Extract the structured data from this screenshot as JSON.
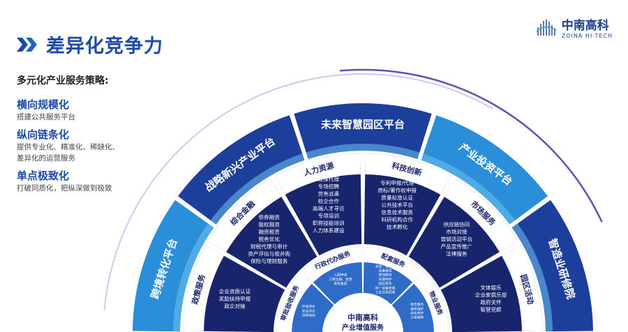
{
  "page_title": "差异化竞争力",
  "logo": {
    "name_cn": "中南高科",
    "name_en": "ZOINA HI-TECH"
  },
  "strategy": {
    "heading": "多元化产业服务策略:",
    "items": [
      {
        "title": "横向规模化",
        "desc": [
          "搭建公共服务平台"
        ]
      },
      {
        "title": "纵向链条化",
        "desc": [
          "提供专业化、精准化、稀缺化、",
          "差异化的运营服务"
        ]
      },
      {
        "title": "单点极致化",
        "desc": [
          "打破同质化，把纵深做到极致"
        ]
      }
    ]
  },
  "platforms": [
    "跨境转化平台",
    "战略新兴产业平台",
    "未来智慧园区平台",
    "产业投资平台",
    "智造业研修院"
  ],
  "services": [
    {
      "name": "政策服务",
      "items": [
        "企业资质认证",
        "奖励扶持申报",
        "政企对接"
      ]
    },
    {
      "name": "综合金融",
      "items": [
        "债券融资",
        "股权融资",
        "融资租赁",
        "税务优化",
        "财税代理与审计",
        "资产评估与收并购",
        "保险与理财服务"
      ]
    },
    {
      "name": "人力资源",
      "items": [
        "社保代理",
        "专场招聘",
        "劳务派遣",
        "校企合作",
        "高端人才寻访",
        "专项培训",
        "职称技能培训",
        "人力体系建设"
      ]
    },
    {
      "name": "科技创新",
      "items": [
        "专利申报/代理",
        "商标/著作权申报",
        "质量标准认证",
        "公共技术平台",
        "信息技术服务",
        "科研机构合作",
        "技术孵化"
      ]
    },
    {
      "name": "市场服务",
      "items": [
        "供应链协同",
        "市场对接",
        "营销活动平台",
        "产品宣传推广",
        "法律服务"
      ]
    },
    {
      "name": "园区活动",
      "items": [
        "文体娱乐",
        "企业家俱乐部",
        "政府关怀",
        "智慧党群"
      ]
    }
  ],
  "inner": [
    {
      "name": "审批验收服务",
      "items": [
        "环境评价",
        "安全评价",
        "消防验收"
      ]
    },
    {
      "name": "行政代办服务",
      "items": [
        "入园申请",
        "工商注册、变更",
        "发改备案"
      ]
    },
    {
      "name": "配套服务",
      "items": [
        "食堂、便利店",
        "设备租赁",
        "物流服务",
        "车辆养护",
        "园区班车",
        "统一设备采集",
        "工业垃圾回收"
      ]
    },
    {
      "name": "物业服务",
      "items": [
        "保洁服务",
        "维修维护",
        "绿化养护",
        "工程维修"
      ]
    }
  ],
  "center": [
    "中南高科",
    "产业增值服务"
  ],
  "colors": {
    "brand": "#1c4aa8",
    "dark_navy": "#18246b",
    "mid_blue": "#1d5fbf",
    "light_blue": "#29a6e6",
    "inner_ring": "#2e6cc7"
  }
}
